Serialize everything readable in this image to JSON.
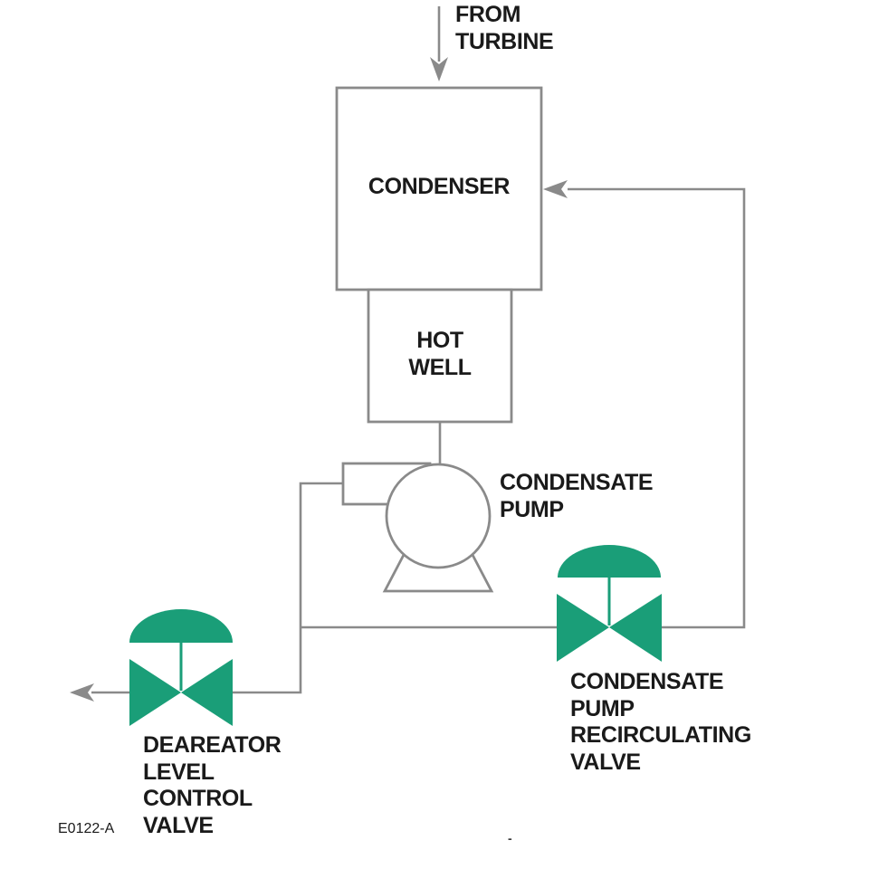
{
  "colors": {
    "line_gray": "#8A8A8A",
    "valve_green": "#1A9E78",
    "ink": "#1A1A1A"
  },
  "diagram": {
    "feed_label": "FROM\nTURBINE",
    "condenser": {
      "label": "CONDENSER"
    },
    "hot_well": {
      "label": "HOT\nWELL"
    },
    "pump": {
      "label": "CONDENSATE\nPUMP"
    },
    "recirculating_valve": {
      "label": "CONDENSATE\nPUMP\nRECIRCULATING\nVALVE"
    },
    "level_control_valve": {
      "label": "DEAREATOR\nLEVEL\nCONTROL\nVALVE"
    },
    "figure_code": "E0122-A",
    "stray_mark": "-"
  }
}
